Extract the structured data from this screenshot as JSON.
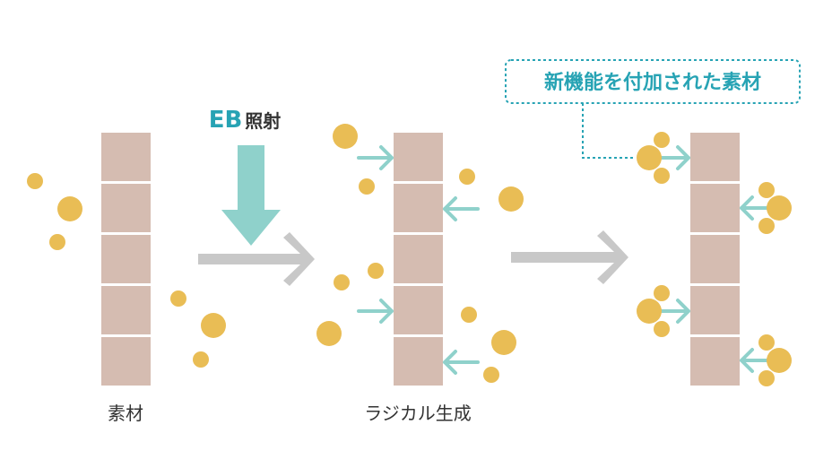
{
  "colors": {
    "material": "#d5bcb1",
    "particle": "#e9bd55",
    "teal": "#8fd1cb",
    "teal_text": "#27a3b4",
    "process_arrow": "#c8c8c8",
    "text": "#333333"
  },
  "stages": [
    {
      "id": "raw",
      "label": "素材"
    },
    {
      "id": "radical",
      "label": "ラジカル生成"
    },
    {
      "id": "functional",
      "label": ""
    }
  ],
  "eb": {
    "prefix": "EB",
    "suffix": "照射"
  },
  "callout": {
    "text": "新機能を付加された素材"
  }
}
